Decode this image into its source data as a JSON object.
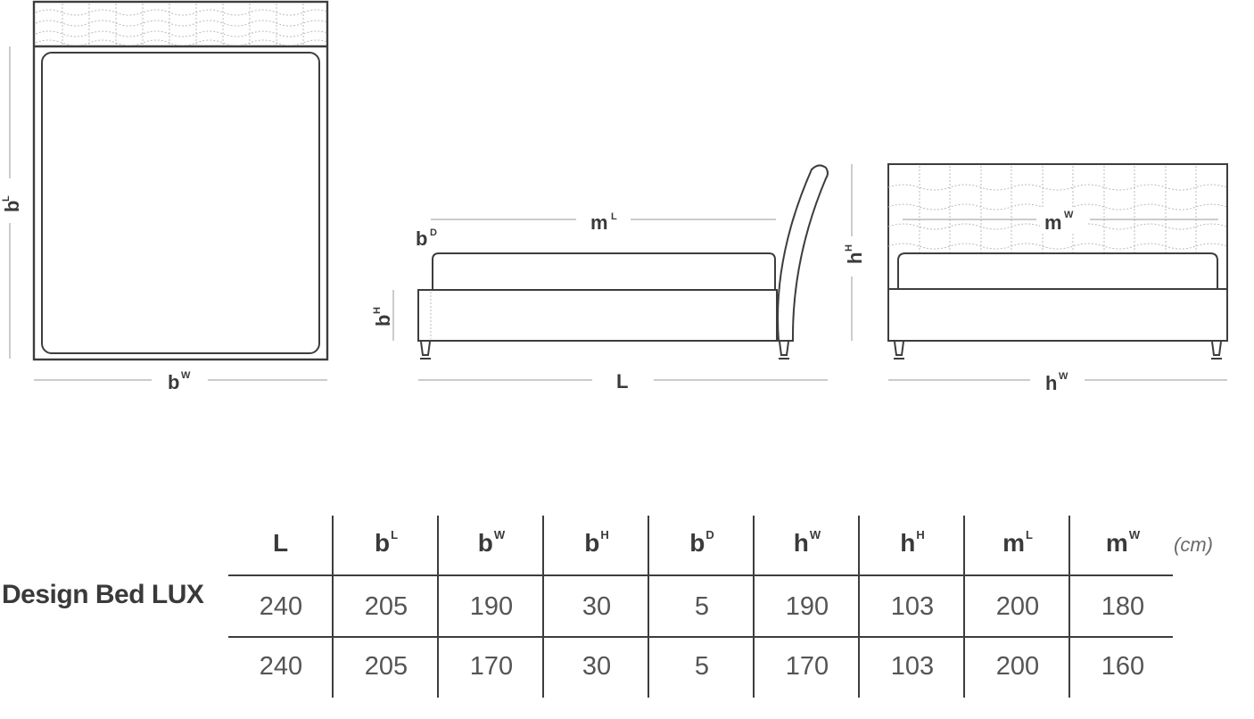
{
  "drawing": {
    "top_view": {
      "b_length": {
        "base": "b",
        "sup": "L"
      },
      "b_width": {
        "base": "b",
        "sup": "W"
      }
    },
    "side_view": {
      "m_length": {
        "base": "m",
        "sup": "L"
      },
      "b_depth": {
        "base": "b",
        "sup": "D"
      },
      "b_height": {
        "base": "b",
        "sup": "H"
      },
      "length": {
        "base": "L",
        "sup": ""
      }
    },
    "front_view": {
      "m_width": {
        "base": "m",
        "sup": "W"
      },
      "h_height": {
        "base": "h",
        "sup": "H"
      },
      "h_width": {
        "base": "h",
        "sup": "W"
      }
    }
  },
  "table": {
    "product": "Design Bed LUX",
    "unit": "(cm)",
    "headers": [
      {
        "base": "L",
        "sup": ""
      },
      {
        "base": "b",
        "sup": "L"
      },
      {
        "base": "b",
        "sup": "W"
      },
      {
        "base": "b",
        "sup": "H"
      },
      {
        "base": "b",
        "sup": "D"
      },
      {
        "base": "h",
        "sup": "W"
      },
      {
        "base": "h",
        "sup": "H"
      },
      {
        "base": "m",
        "sup": "L"
      },
      {
        "base": "m",
        "sup": "W"
      }
    ],
    "rows": [
      [
        "240",
        "205",
        "190",
        "30",
        "5",
        "190",
        "103",
        "200",
        "180"
      ],
      [
        "240",
        "205",
        "170",
        "30",
        "5",
        "170",
        "103",
        "200",
        "160"
      ]
    ]
  }
}
